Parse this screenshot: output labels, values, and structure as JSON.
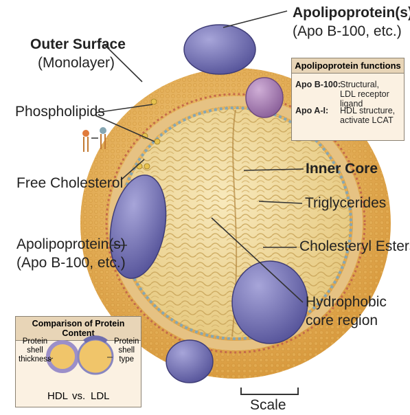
{
  "labels": {
    "apolipoprotein_top": "Apolipoprotein(s)",
    "apo_b100_top": "(Apo B-100, etc.)",
    "outer_surface": "Outer Surface",
    "monolayer": "(Monolayer)",
    "phospholipids": "Phospholipids",
    "free_cholesterol": "Free Cholesterol",
    "apolipoprotein_left": "Apolipoprotein(s)",
    "apo_b100_left": "(Apo B-100, etc.)",
    "inner_core": "Inner Core",
    "triglycerides": "Triglycerides",
    "cholesteryl_esters": "Cholesteryl Esters",
    "hydrophobic": "Hydrophobic",
    "core_region": "core region",
    "scale": "Scale"
  },
  "functions_box": {
    "title": "Apolipoprotein functions",
    "rows": [
      {
        "key": "Apo B-100:",
        "lines": [
          "Structural,",
          "LDL receptor ligand"
        ]
      },
      {
        "key": "Apo A-I:",
        "lines": [
          "HDL structure,",
          "activate LCAT"
        ]
      }
    ]
  },
  "comparison_box": {
    "title": "Comparison of Protein Content",
    "left_labels": [
      "Protein",
      "shell",
      "thickness"
    ],
    "right_labels": [
      "Protein",
      "shell",
      "type"
    ],
    "hdl": "HDL",
    "vs": "vs.",
    "ldl": "LDL"
  },
  "colors": {
    "shell": "#e9b65c",
    "shell_dots": "#c98f34",
    "core": "#f1dc9e",
    "core_squiggle": "#caa65a",
    "inner_ring": "#86a7b3",
    "protein": "#7d7bb8",
    "protein_dark": "#555393",
    "protein_pink": "#a681b0",
    "leader": "#333333"
  }
}
